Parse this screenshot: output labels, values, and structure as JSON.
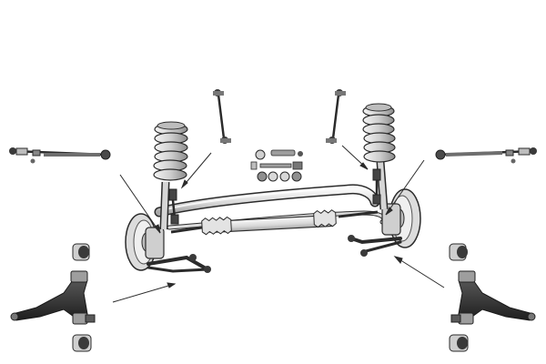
{
  "diagram": {
    "kind": "exploded-view",
    "components": [
      "tie-rod-left",
      "tie-rod-right",
      "stabilizer-link-left",
      "stabilizer-link-right",
      "coil-spring-strut-left",
      "coil-spring-strut-right",
      "subframe-crossmember",
      "steering-rack",
      "brake-disc-hub-left",
      "brake-disc-hub-right",
      "control-arm-left",
      "control-arm-right",
      "wishbone-left",
      "wishbone-right",
      "bushing-set",
      "fastener-kit"
    ],
    "colors": {
      "metal_light": "#e6e6e6",
      "metal_mid": "#bdbdbd",
      "metal_dark": "#3a3a3a",
      "outline": "#2b2b2b",
      "shadow": "#9a9a9a"
    }
  }
}
